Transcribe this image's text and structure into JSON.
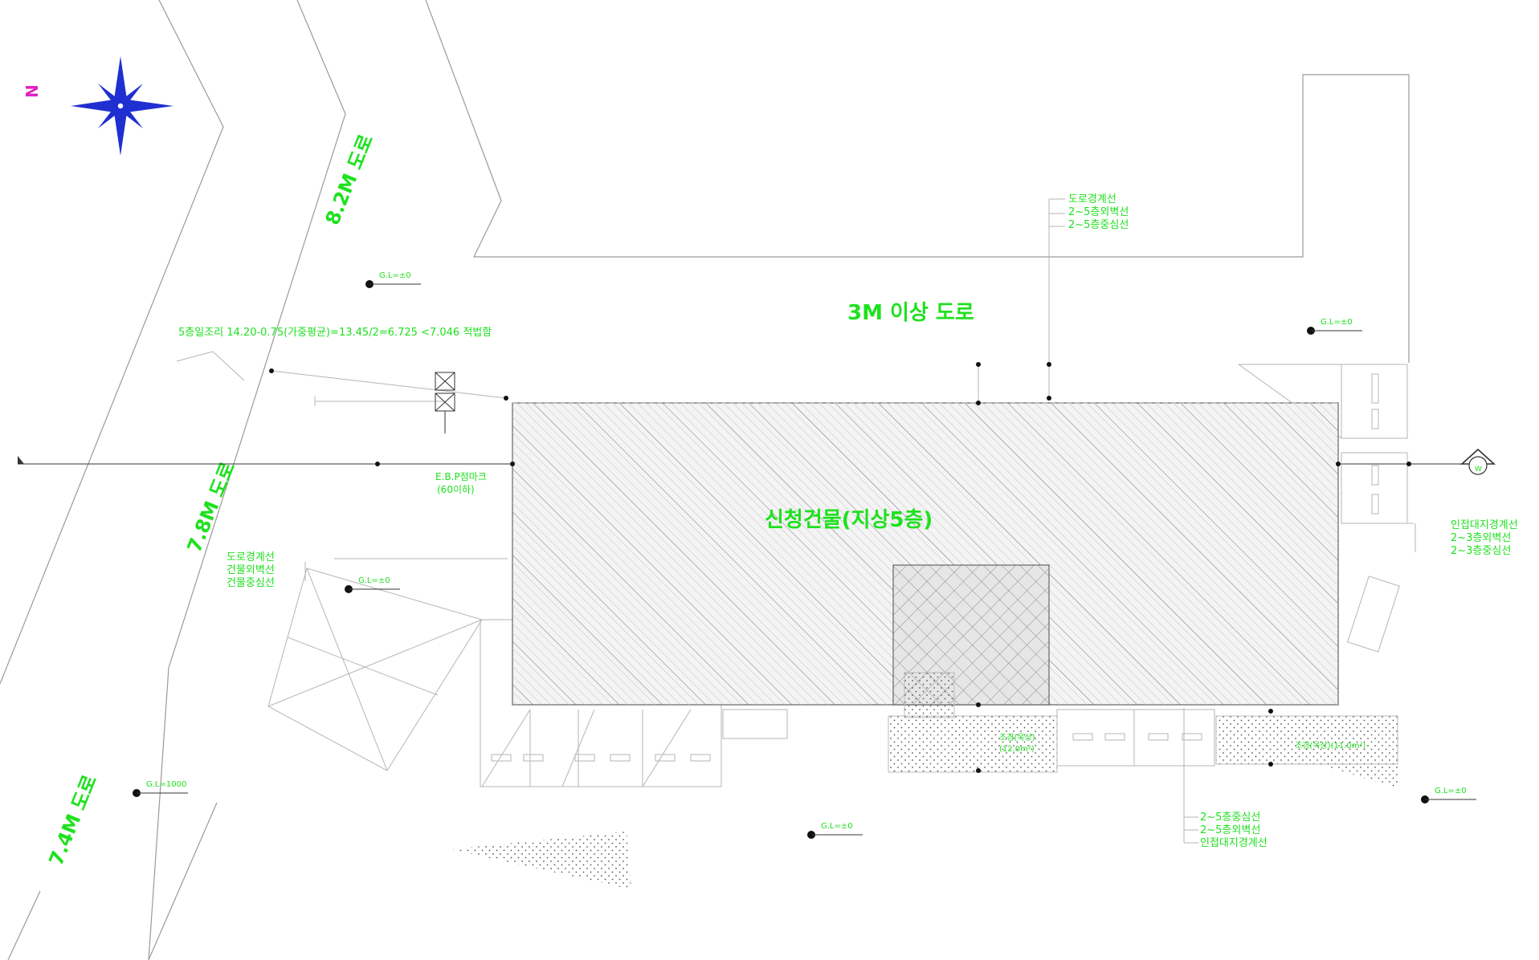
{
  "colors": {
    "label_green": "#1ee11e",
    "north_blue": "#1f2fd0",
    "north_n": "#e020c0",
    "line_gray": "#9a9a9a"
  },
  "compass": {
    "letter": "N",
    "icon": "compass-rose-icon"
  },
  "roads": {
    "road_top_left": "8.2M 도로",
    "road_mid_left": "7.8M 도로",
    "road_bottom_left": "7.4M 도로",
    "road_top": "3M 이상 도로"
  },
  "building": {
    "label": "신청건물(지상5층)"
  },
  "notes": {
    "slant_note": "5층일조리 14.20-0.75(가중평균)=13.45/2=6.725 <7.046 적법함",
    "center_mark": "E.B.P점마크",
    "center_mark_sub": "(60이하)"
  },
  "leaders": {
    "top": [
      "도로경계선",
      "2~5층외벽선",
      "2~5층중심선"
    ],
    "right": [
      "인접대지경계선",
      "2~3층외벽선",
      "2~3층중심선"
    ],
    "left": [
      "도로경계선",
      "건물외벽선",
      "건물중심선"
    ],
    "bottom": [
      "2~5층중심선",
      "2~5층외벽선",
      "인접대지경계선"
    ]
  },
  "levels": {
    "gl1": "G.L=±0",
    "gl2": "G.L=±0",
    "gl3": "G.L=±0",
    "gl4": "G.L=1000",
    "gl5": "G.L=±0",
    "gl6": "G.L=±0"
  },
  "small_labels": {
    "landscape_a": "조경(옥상)",
    "landscape_a_sub": "(12.0m²)",
    "landscape_b": "조경(옥상)(11.0m²)",
    "right_marker": "W"
  }
}
